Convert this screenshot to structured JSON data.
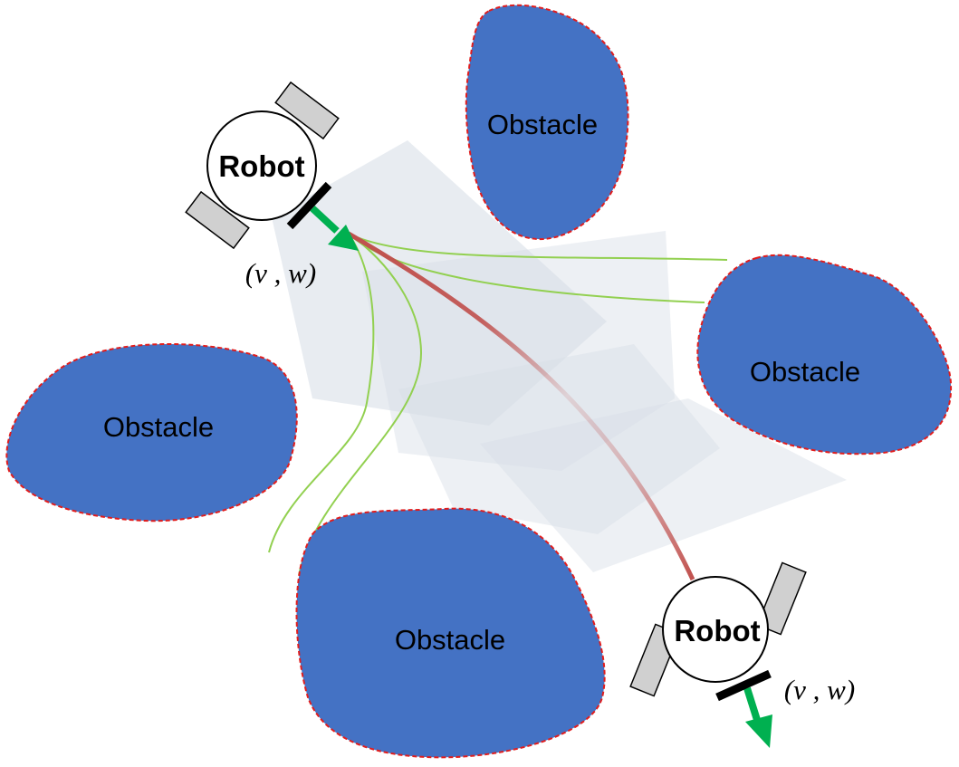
{
  "colors": {
    "obstacle_fill": "#4472c4",
    "obstacle_border": "#e11d1d",
    "sampled_region": "#d6dde6",
    "candidate_trajectory": "#92d050",
    "selected_trajectory": "#c0504d",
    "velocity_arrow": "#00b050",
    "wheel": "#d0d0d0",
    "caster": "#000000"
  },
  "obstacles": [
    {
      "label": "Obstacle"
    },
    {
      "label": "Obstacle"
    },
    {
      "label": "Obstacle"
    },
    {
      "label": "Obstacle"
    }
  ],
  "robots": [
    {
      "label": "Robot",
      "command": "(v , w)"
    },
    {
      "label": "Robot",
      "command": "(v , w)"
    }
  ]
}
